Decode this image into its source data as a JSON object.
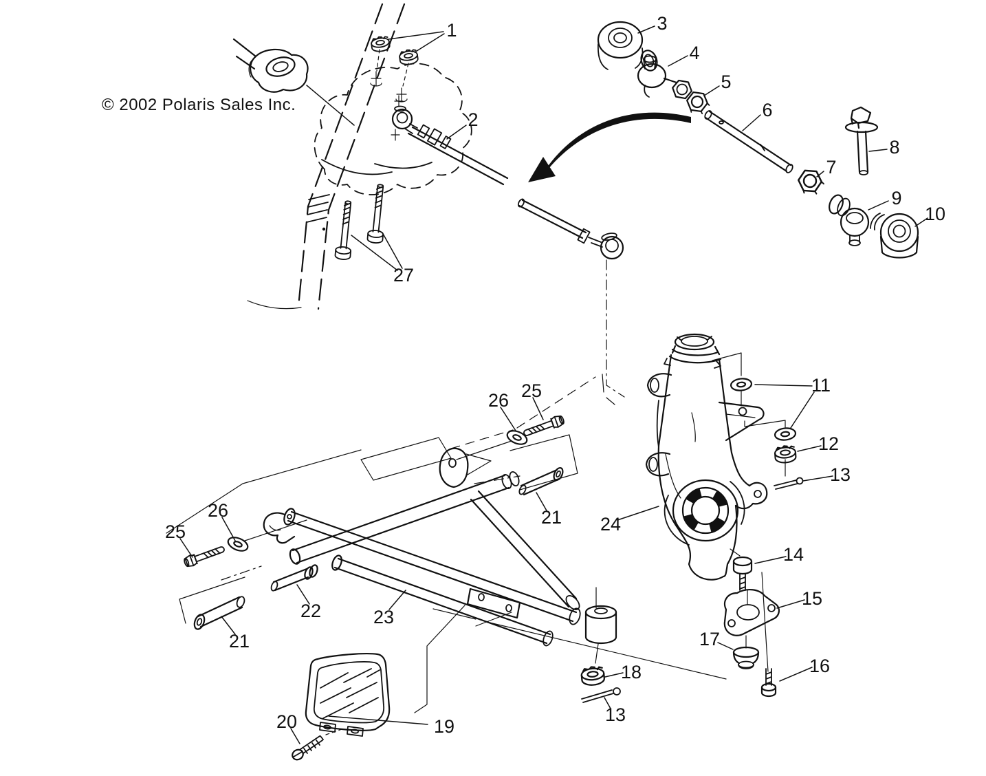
{
  "copyright_notice": "© 2002 Polaris Sales Inc.",
  "callouts": [
    "1",
    "2",
    "3",
    "4",
    "5",
    "6",
    "7",
    "8",
    "9",
    "10",
    "11",
    "12",
    "13",
    "14",
    "15",
    "16",
    "17",
    "18",
    "13",
    "19",
    "20",
    "21",
    "24",
    "22",
    "23",
    "21",
    "25",
    "26",
    "26",
    "25",
    "27"
  ]
}
